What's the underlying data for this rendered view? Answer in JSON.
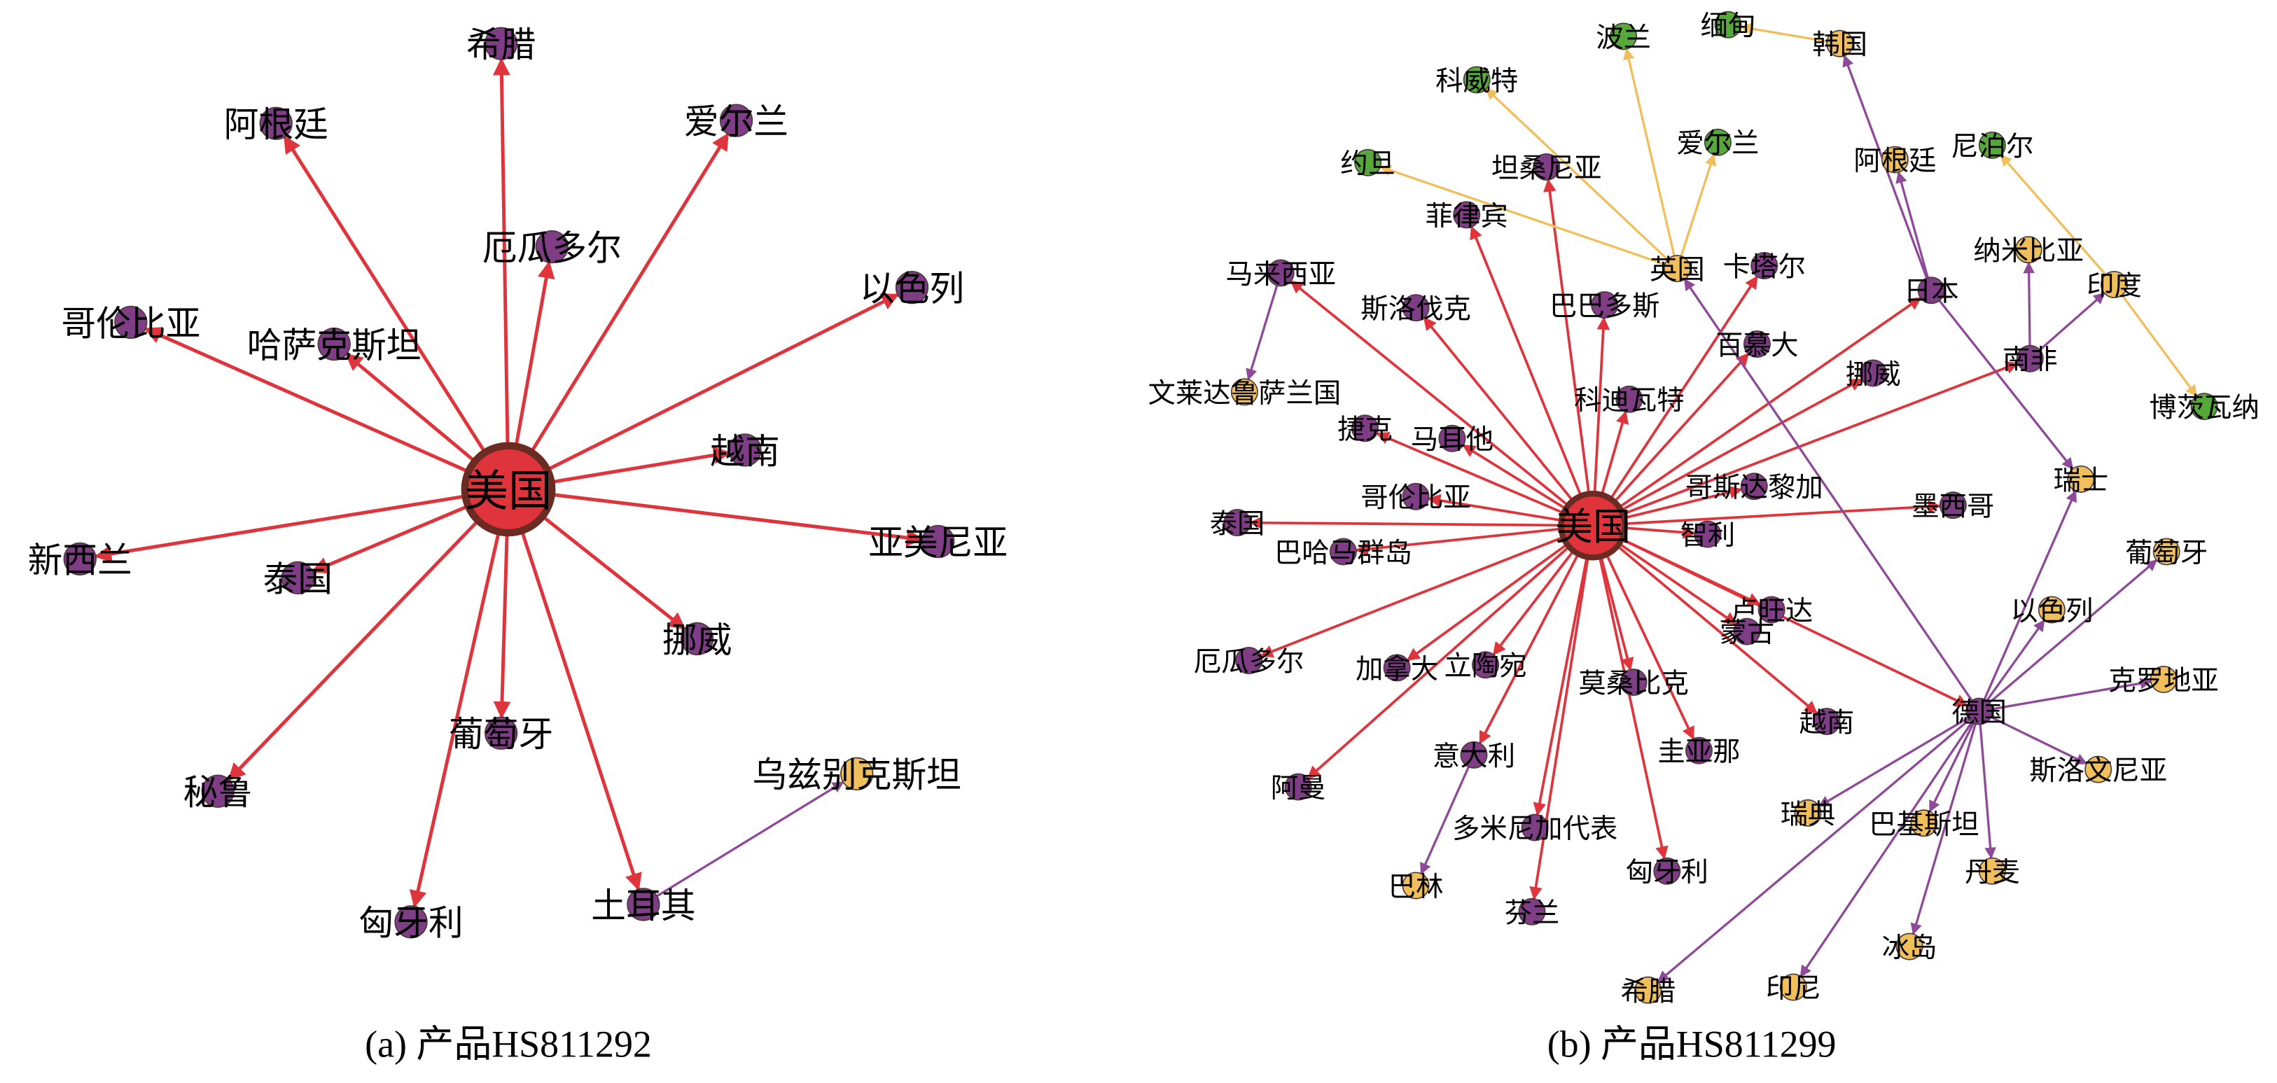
{
  "colors": {
    "hub": "#e0343c",
    "hub_border": "#6b2a22",
    "purple": "#7f3d86",
    "yellow": "#f0be5a",
    "green": "#56a83a",
    "edge_red": "#e0343c",
    "edge_purple": "#8e4a98",
    "edge_yellow": "#f0be5a"
  },
  "panels": [
    {
      "caption": "(a) 产品HS811292",
      "nodes": [
        {
          "id": "us",
          "label": "美国",
          "group": "hub"
        },
        {
          "id": "gr",
          "label": "希腊",
          "group": "purple"
        },
        {
          "id": "ar",
          "label": "阿根廷",
          "group": "purple"
        },
        {
          "id": "ie",
          "label": "爱尔兰",
          "group": "purple"
        },
        {
          "id": "ec",
          "label": "厄瓜多尔",
          "group": "purple"
        },
        {
          "id": "il",
          "label": "以色列",
          "group": "purple"
        },
        {
          "id": "co",
          "label": "哥伦比亚",
          "group": "purple"
        },
        {
          "id": "kz",
          "label": "哈萨克斯坦",
          "group": "purple"
        },
        {
          "id": "vn",
          "label": "越南",
          "group": "purple"
        },
        {
          "id": "am",
          "label": "亚美尼亚",
          "group": "purple"
        },
        {
          "id": "nz",
          "label": "新西兰",
          "group": "purple"
        },
        {
          "id": "th",
          "label": "泰国",
          "group": "purple"
        },
        {
          "id": "no",
          "label": "挪威",
          "group": "purple"
        },
        {
          "id": "pt",
          "label": "葡萄牙",
          "group": "purple"
        },
        {
          "id": "pe",
          "label": "秘鲁",
          "group": "purple"
        },
        {
          "id": "uz",
          "label": "乌兹别克斯坦",
          "group": "yellow"
        },
        {
          "id": "hu",
          "label": "匈牙利",
          "group": "purple"
        },
        {
          "id": "tr",
          "label": "土耳其",
          "group": "purple"
        }
      ],
      "edges": [
        [
          "us",
          "gr",
          "red"
        ],
        [
          "us",
          "ar",
          "red"
        ],
        [
          "us",
          "ie",
          "red"
        ],
        [
          "us",
          "ec",
          "red"
        ],
        [
          "us",
          "il",
          "red"
        ],
        [
          "us",
          "co",
          "red"
        ],
        [
          "us",
          "kz",
          "red"
        ],
        [
          "us",
          "vn",
          "red"
        ],
        [
          "us",
          "am",
          "red"
        ],
        [
          "us",
          "nz",
          "red"
        ],
        [
          "us",
          "th",
          "red"
        ],
        [
          "us",
          "no",
          "red"
        ],
        [
          "us",
          "pt",
          "red"
        ],
        [
          "us",
          "pe",
          "red"
        ],
        [
          "us",
          "hu",
          "red"
        ],
        [
          "us",
          "tr",
          "red"
        ],
        [
          "tr",
          "uz",
          "purple"
        ]
      ]
    },
    {
      "caption": "(b) 产品HS811299",
      "nodes": [
        {
          "id": "us",
          "label": "美国",
          "group": "hub"
        },
        {
          "id": "pl",
          "label": "波兰",
          "group": "green"
        },
        {
          "id": "mm",
          "label": "缅甸",
          "group": "green"
        },
        {
          "id": "kr",
          "label": "韩国",
          "group": "yellow"
        },
        {
          "id": "kw",
          "label": "科威特",
          "group": "green"
        },
        {
          "id": "np",
          "label": "尼泊尔",
          "group": "green"
        },
        {
          "id": "ie",
          "label": "爱尔兰",
          "group": "green"
        },
        {
          "id": "jo",
          "label": "约旦",
          "group": "green"
        },
        {
          "id": "tz",
          "label": "坦桑尼亚",
          "group": "purple"
        },
        {
          "id": "ar",
          "label": "阿根廷",
          "group": "yellow"
        },
        {
          "id": "ph",
          "label": "菲律宾",
          "group": "purple"
        },
        {
          "id": "gb",
          "label": "英国",
          "group": "yellow"
        },
        {
          "id": "qa",
          "label": "卡塔尔",
          "group": "purple"
        },
        {
          "id": "jp",
          "label": "日本",
          "group": "purple"
        },
        {
          "id": "na",
          "label": "纳米比亚",
          "group": "yellow"
        },
        {
          "id": "in",
          "label": "印度",
          "group": "yellow"
        },
        {
          "id": "my",
          "label": "马来西亚",
          "group": "purple"
        },
        {
          "id": "sk",
          "label": "斯洛伐克",
          "group": "purple"
        },
        {
          "id": "bb",
          "label": "巴巴多斯",
          "group": "purple"
        },
        {
          "id": "bm",
          "label": "百慕大",
          "group": "purple"
        },
        {
          "id": "no",
          "label": "挪威",
          "group": "purple"
        },
        {
          "id": "za",
          "label": "南非",
          "group": "purple"
        },
        {
          "id": "bw",
          "label": "博茨瓦纳",
          "group": "green"
        },
        {
          "id": "bn",
          "label": "文莱达鲁萨兰国",
          "group": "yellow"
        },
        {
          "id": "ci",
          "label": "科迪瓦特",
          "group": "purple"
        },
        {
          "id": "cz",
          "label": "捷克",
          "group": "purple"
        },
        {
          "id": "mt",
          "label": "马耳他",
          "group": "purple"
        },
        {
          "id": "ch",
          "label": "瑞士",
          "group": "yellow"
        },
        {
          "id": "co",
          "label": "哥伦比亚",
          "group": "purple"
        },
        {
          "id": "cr",
          "label": "哥斯达黎加",
          "group": "purple"
        },
        {
          "id": "mx",
          "label": "墨西哥",
          "group": "purple"
        },
        {
          "id": "th",
          "label": "泰国",
          "group": "purple"
        },
        {
          "id": "bs",
          "label": "巴哈马群岛",
          "group": "purple"
        },
        {
          "id": "cl",
          "label": "智利",
          "group": "purple"
        },
        {
          "id": "pt",
          "label": "葡萄牙",
          "group": "yellow"
        },
        {
          "id": "il",
          "label": "以色列",
          "group": "yellow"
        },
        {
          "id": "rw",
          "label": "卢旺达",
          "group": "purple"
        },
        {
          "id": "mn",
          "label": "蒙古",
          "group": "purple"
        },
        {
          "id": "hr",
          "label": "克罗地亚",
          "group": "yellow"
        },
        {
          "id": "de",
          "label": "德国",
          "group": "purple"
        },
        {
          "id": "ec",
          "label": "厄瓜多尔",
          "group": "purple"
        },
        {
          "id": "ca",
          "label": "加拿大",
          "group": "purple"
        },
        {
          "id": "lt",
          "label": "立陶宛",
          "group": "purple"
        },
        {
          "id": "mz",
          "label": "莫桑比克",
          "group": "purple"
        },
        {
          "id": "vn",
          "label": "越南",
          "group": "purple"
        },
        {
          "id": "gy",
          "label": "圭亚那",
          "group": "purple"
        },
        {
          "id": "si",
          "label": "斯洛文尼亚",
          "group": "yellow"
        },
        {
          "id": "it",
          "label": "意大利",
          "group": "purple"
        },
        {
          "id": "om",
          "label": "阿曼",
          "group": "purple"
        },
        {
          "id": "do",
          "label": "多米尼加代表",
          "group": "purple"
        },
        {
          "id": "se",
          "label": "瑞典",
          "group": "yellow"
        },
        {
          "id": "pk",
          "label": "巴基斯坦",
          "group": "yellow"
        },
        {
          "id": "dk",
          "label": "丹麦",
          "group": "yellow"
        },
        {
          "id": "bh",
          "label": "巴林",
          "group": "yellow"
        },
        {
          "id": "hu",
          "label": "匈牙利",
          "group": "purple"
        },
        {
          "id": "fi",
          "label": "芬兰",
          "group": "purple"
        },
        {
          "id": "is",
          "label": "冰岛",
          "group": "yellow"
        },
        {
          "id": "id",
          "label": "印尼",
          "group": "yellow"
        },
        {
          "id": "gr",
          "label": "希腊",
          "group": "yellow"
        }
      ],
      "edges": [
        [
          "us",
          "my",
          "red"
        ],
        [
          "us",
          "sk",
          "red"
        ],
        [
          "us",
          "ph",
          "red"
        ],
        [
          "us",
          "tz",
          "red"
        ],
        [
          "us",
          "bb",
          "red"
        ],
        [
          "us",
          "qa",
          "red"
        ],
        [
          "us",
          "bm",
          "red"
        ],
        [
          "us",
          "jp",
          "red"
        ],
        [
          "us",
          "no",
          "red"
        ],
        [
          "us",
          "za",
          "red"
        ],
        [
          "us",
          "ci",
          "red"
        ],
        [
          "us",
          "cz",
          "red"
        ],
        [
          "us",
          "mt",
          "red"
        ],
        [
          "us",
          "co",
          "red"
        ],
        [
          "us",
          "cr",
          "red"
        ],
        [
          "us",
          "mx",
          "red"
        ],
        [
          "us",
          "th",
          "red"
        ],
        [
          "us",
          "bs",
          "red"
        ],
        [
          "us",
          "cl",
          "red"
        ],
        [
          "us",
          "ec",
          "red"
        ],
        [
          "us",
          "ca",
          "red"
        ],
        [
          "us",
          "lt",
          "red"
        ],
        [
          "us",
          "om",
          "red"
        ],
        [
          "us",
          "it",
          "red"
        ],
        [
          "us",
          "mz",
          "red"
        ],
        [
          "us",
          "do",
          "red"
        ],
        [
          "us",
          "fi",
          "red"
        ],
        [
          "us",
          "hu",
          "red"
        ],
        [
          "us",
          "gy",
          "red"
        ],
        [
          "us",
          "vn",
          "red"
        ],
        [
          "us",
          "mn",
          "red"
        ],
        [
          "us",
          "rw",
          "red"
        ],
        [
          "us",
          "de",
          "red"
        ],
        [
          "my",
          "bn",
          "purple"
        ],
        [
          "it",
          "bh",
          "purple"
        ],
        [
          "za",
          "na",
          "purple"
        ],
        [
          "za",
          "in",
          "purple"
        ],
        [
          "jp",
          "ar",
          "purple"
        ],
        [
          "jp",
          "kr",
          "purple"
        ],
        [
          "jp",
          "ch",
          "purple"
        ],
        [
          "de",
          "gb",
          "purple"
        ],
        [
          "de",
          "ch",
          "purple"
        ],
        [
          "de",
          "il",
          "purple"
        ],
        [
          "de",
          "pt",
          "purple"
        ],
        [
          "de",
          "hr",
          "purple"
        ],
        [
          "de",
          "si",
          "purple"
        ],
        [
          "de",
          "dk",
          "purple"
        ],
        [
          "de",
          "is",
          "purple"
        ],
        [
          "de",
          "id",
          "purple"
        ],
        [
          "de",
          "gr",
          "purple"
        ],
        [
          "de",
          "pk",
          "purple"
        ],
        [
          "de",
          "se",
          "purple"
        ],
        [
          "gb",
          "jo",
          "yellow"
        ],
        [
          "gb",
          "kw",
          "yellow"
        ],
        [
          "gb",
          "pl",
          "yellow"
        ],
        [
          "gb",
          "ie",
          "yellow"
        ],
        [
          "kr",
          "mm",
          "yellow"
        ],
        [
          "in",
          "np",
          "yellow"
        ],
        [
          "in",
          "bw",
          "yellow"
        ]
      ]
    }
  ]
}
